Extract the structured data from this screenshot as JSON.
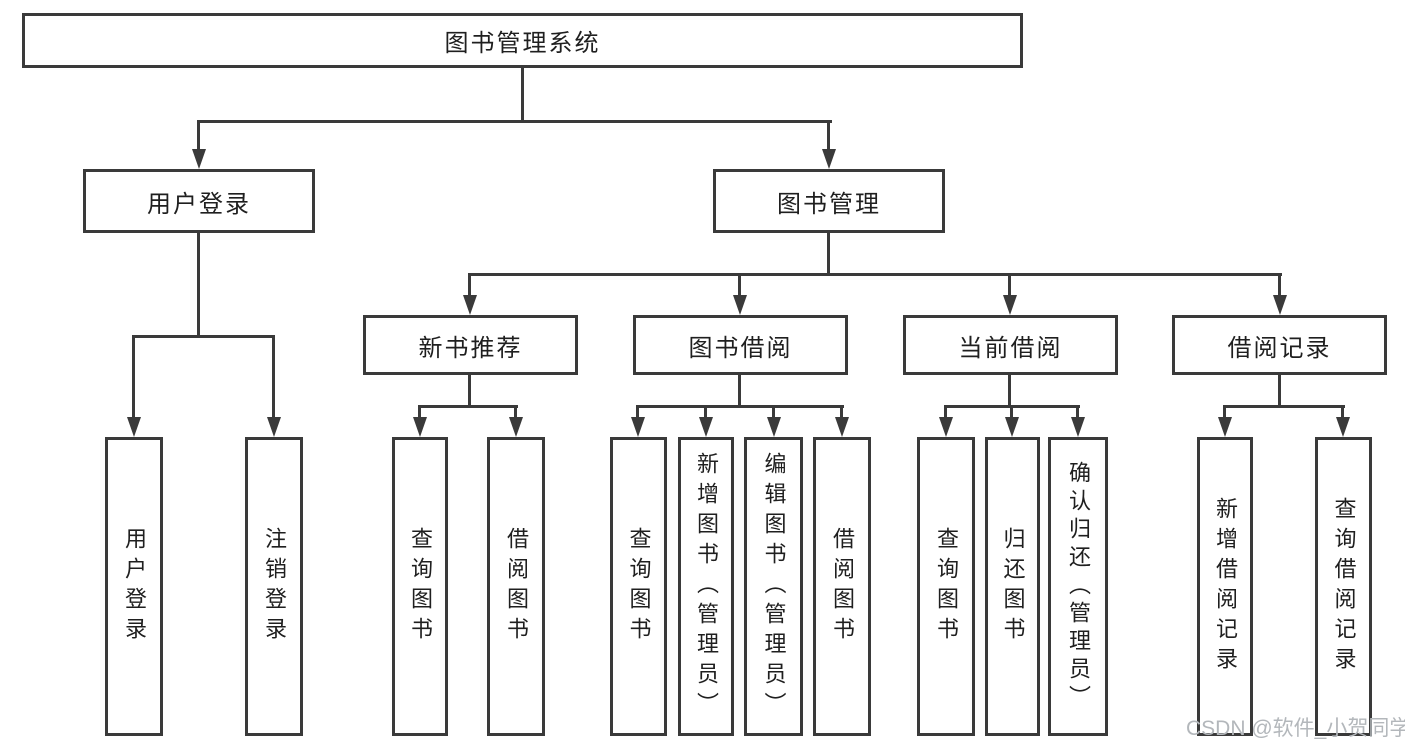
{
  "diagram_type": "hierarchy-tree",
  "colors": {
    "line": "#3a3a3a",
    "box_border": "#3a3a3a",
    "text": "#1f1f1f",
    "background": "#ffffff",
    "watermark": "#b3b7bb"
  },
  "tree": {
    "label": "图书管理系统",
    "children": [
      {
        "label": "用户登录",
        "children": [
          {
            "label": "用户登录"
          },
          {
            "label": "注销登录"
          }
        ]
      },
      {
        "label": "图书管理",
        "children": [
          {
            "label": "新书推荐",
            "children": [
              {
                "label": "查询图书"
              },
              {
                "label": "借阅图书"
              }
            ]
          },
          {
            "label": "图书借阅",
            "children": [
              {
                "label": "查询图书"
              },
              {
                "label": "新增图书（管理员）"
              },
              {
                "label": "编辑图书（管理员）"
              },
              {
                "label": "借阅图书"
              }
            ]
          },
          {
            "label": "当前借阅",
            "children": [
              {
                "label": "查询图书"
              },
              {
                "label": "归还图书"
              },
              {
                "label": "确认归还（管理员）"
              }
            ]
          },
          {
            "label": "借阅记录",
            "children": [
              {
                "label": "新增借阅记录"
              },
              {
                "label": "查询借阅记录"
              }
            ]
          }
        ]
      }
    ]
  },
  "watermark": "CSDN @软件_小贺同学"
}
